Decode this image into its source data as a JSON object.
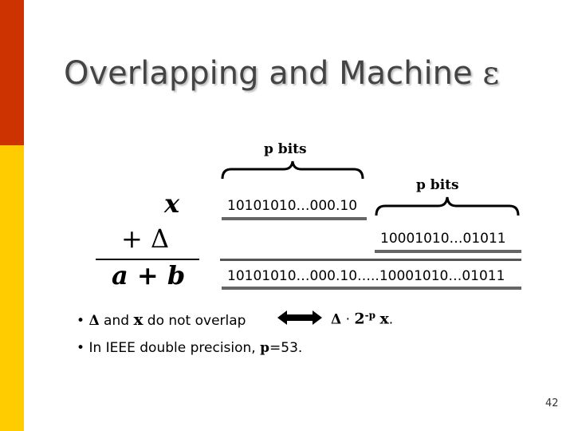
{
  "title": {
    "text": "Overlapping and Machine",
    "symbol": "ε"
  },
  "labels": {
    "p_bits_1": "p bits",
    "p_bits_2": "p bits"
  },
  "math": {
    "x": "x",
    "plus_delta": "+ Δ",
    "a_plus_b": "a + b"
  },
  "rows": {
    "row1": "10101010…000.10",
    "row2": "10001010…01011",
    "row3": "10101010…000.10…..10001010…01011"
  },
  "bullets": {
    "b1_bullet": "•",
    "b1_delta": "Δ",
    "b1_and": "and",
    "b1_x": "x",
    "b1_rest": "do not overlap",
    "b1_rhs_delta": "Δ",
    "b1_rhs_dot": "·",
    "b1_rhs_2": "2",
    "b1_rhs_exp": "-p",
    "b1_rhs_x": "x",
    "b1_rhs_period": ".",
    "b2_bullet": "•",
    "b2_text": "In IEEE double precision,",
    "b2_p": "p",
    "b2_rest": "=53."
  },
  "page_number": "42",
  "colors": {
    "top_bar": "#cc3300",
    "bottom_bar": "#ffcc00"
  }
}
